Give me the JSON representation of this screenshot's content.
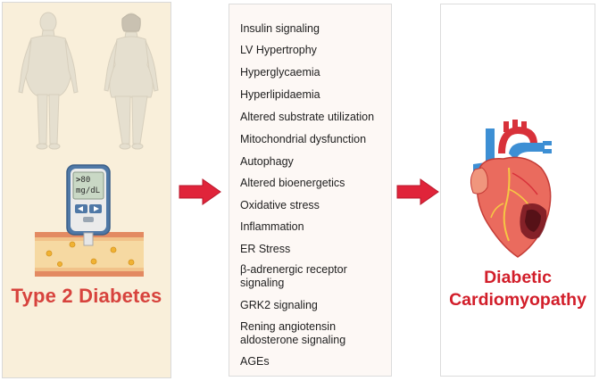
{
  "left_panel": {
    "title": "Type 2 Diabetes",
    "glucometer": {
      "reading": "80",
      "unit": "mg/dL",
      "arrow_icon": "up-arrow-glyph"
    }
  },
  "middle_panel": {
    "factors": [
      "Insulin signaling",
      "LV Hypertrophy",
      "Hyperglycaemia",
      "Hyperlipidaemia",
      "Altered substrate utilization",
      "Mitochondrial dysfunction",
      "Autophagy",
      "Altered bioenergetics",
      "Oxidative stress",
      "Inflammation",
      "ER Stress",
      "β-adrenergic receptor\nsignaling",
      "GRK2 signaling",
      "Rening angiotensin\naldosterone signaling",
      "AGEs"
    ]
  },
  "right_panel": {
    "title": "Diabetic\nCardiomyopathy"
  },
  "colors": {
    "left_bg": "#f9efda",
    "middle_bg": "#fdf8f5",
    "title_red": "#d7433d",
    "arrow_red": "#e0243a"
  },
  "icons": [
    "male-body-icon",
    "female-body-icon",
    "glucometer-icon",
    "blood-vessel-icon",
    "heart-icon",
    "right-arrow-icon"
  ]
}
